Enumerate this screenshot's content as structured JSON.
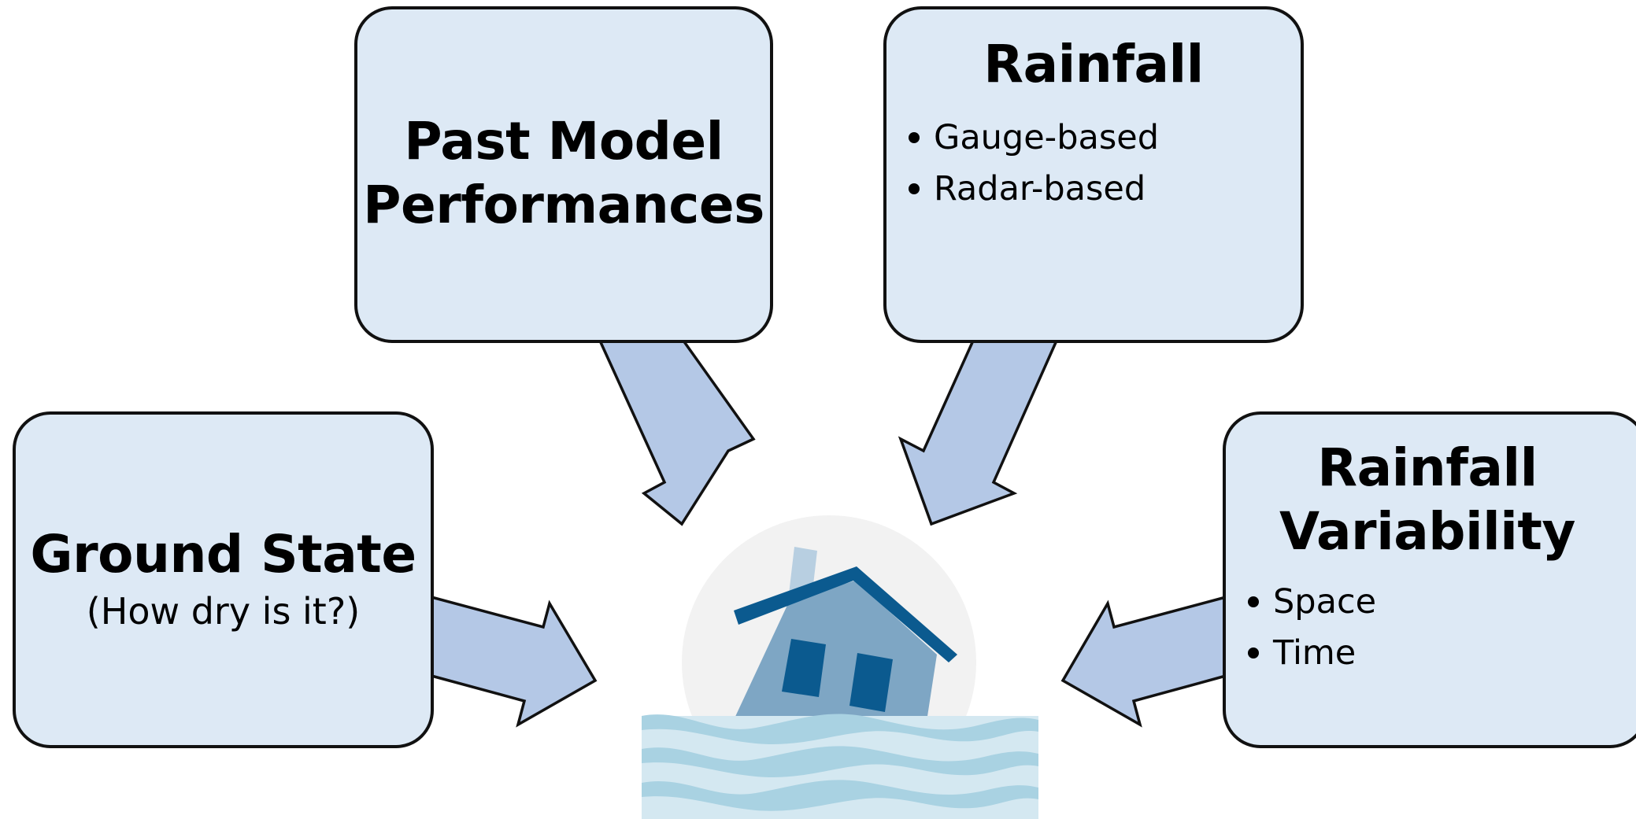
{
  "boxes": {
    "past_model": {
      "title_line1": "Past Model",
      "title_line2": "Performances"
    },
    "rainfall": {
      "title": "Rainfall",
      "bullets": [
        "Gauge-based",
        "Radar-based"
      ]
    },
    "ground_state": {
      "title": "Ground State",
      "subtitle": "(How dry is it?)"
    },
    "rainfall_variability": {
      "title_line1": "Rainfall",
      "title_line2": "Variability",
      "bullets": [
        "Space",
        "Time"
      ]
    }
  },
  "center_icon": "flooded-house-icon",
  "colors": {
    "box_fill": "#dde9f5",
    "box_border": "#111111",
    "arrow_fill": "#b4c8e6",
    "house_body": "#7ea6c4",
    "house_roof": "#0b5a8f",
    "house_window": "#0b5a8f",
    "chimney": "#b8cfe1",
    "icon_circle": "#f2f2f2",
    "water_dark": "#a9d2e2",
    "water_light": "#d4e8f1"
  }
}
